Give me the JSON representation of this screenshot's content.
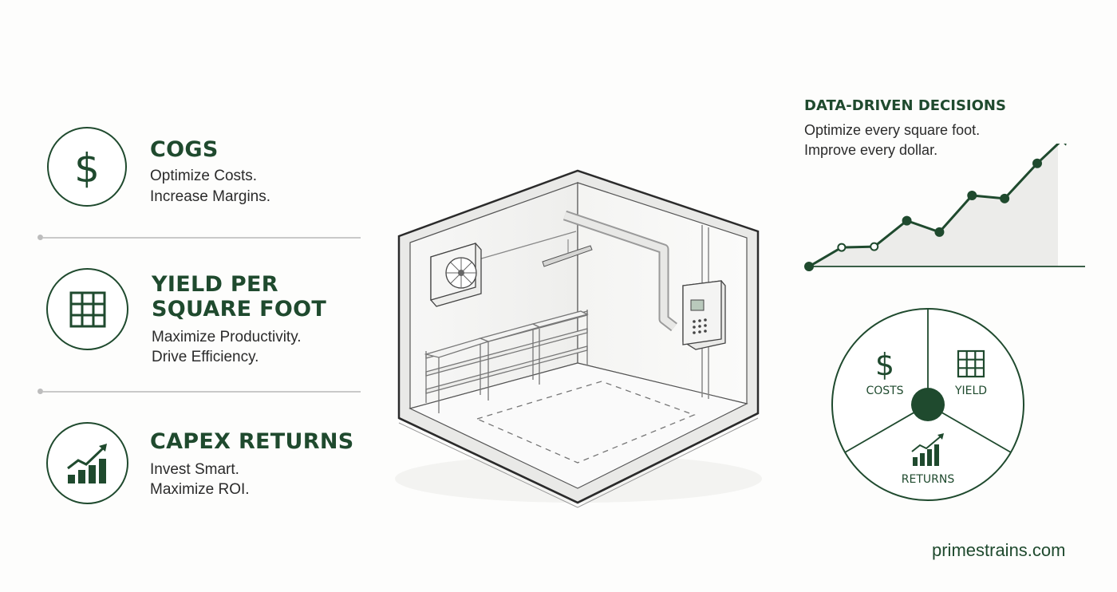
{
  "features": [
    {
      "icon": "dollar-icon",
      "title_lines": [
        "COGS"
      ],
      "lines": [
        "Optimize Costs.",
        "Increase Margins."
      ]
    },
    {
      "icon": "grid-icon",
      "title_lines": [
        "YIELD PER",
        "SQUARE FOOT"
      ],
      "lines": [
        "Maximize Productivity.",
        "Drive Efficiency."
      ]
    },
    {
      "icon": "growth-chart-icon",
      "title_lines": [
        "CAPEX RETURNS"
      ],
      "lines": [
        "Invest Smart.",
        "Maximize ROI."
      ]
    }
  ],
  "data_driven": {
    "title": "DATA-DRIVEN DECISIONS",
    "lines": [
      "Optimize every square foot.",
      "Improve every dollar."
    ]
  },
  "chart_data": {
    "type": "area",
    "x": [
      1,
      2,
      3,
      4,
      5,
      6,
      7,
      8
    ],
    "values": [
      0,
      25,
      26,
      60,
      45,
      93,
      89,
      135
    ],
    "title": "",
    "xlabel": "",
    "ylabel": "",
    "ylim": [
      0,
      140
    ],
    "grid": false,
    "axes_labels_shown": false,
    "trend_arrow": true
  },
  "pie": {
    "segments": [
      {
        "icon": "dollar-icon",
        "label": "COSTS"
      },
      {
        "icon": "grid-icon",
        "label": "YIELD"
      },
      {
        "icon": "growth-chart-icon",
        "label": "RETURNS"
      }
    ]
  },
  "footer": "primestrains.com",
  "colors": {
    "accent": "#1f4a2e",
    "chart_fill": "#ececea",
    "divider": "#c9c9c9"
  }
}
